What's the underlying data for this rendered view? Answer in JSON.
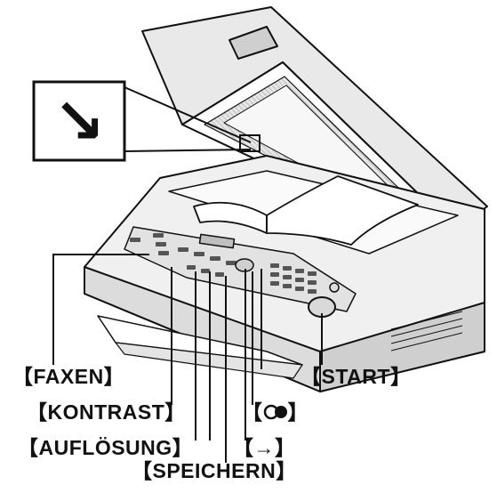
{
  "callout": {
    "icon": "arrow-down-right-icon",
    "glyph": "↘"
  },
  "labels": {
    "faxen": "【FAXEN】",
    "kontrast": "【KONTRAST】",
    "aufloesung": "【AUFLÖSUNG】",
    "speichern": "【SPEICHERN】",
    "start": "【START】",
    "redial": "【",
    "redial_end": "】",
    "arrow": "【→】"
  },
  "colors": {
    "line": "#111111",
    "body": "#f2f2f2",
    "shade": "#d4d4d4",
    "dark": "#3a3a3a"
  }
}
